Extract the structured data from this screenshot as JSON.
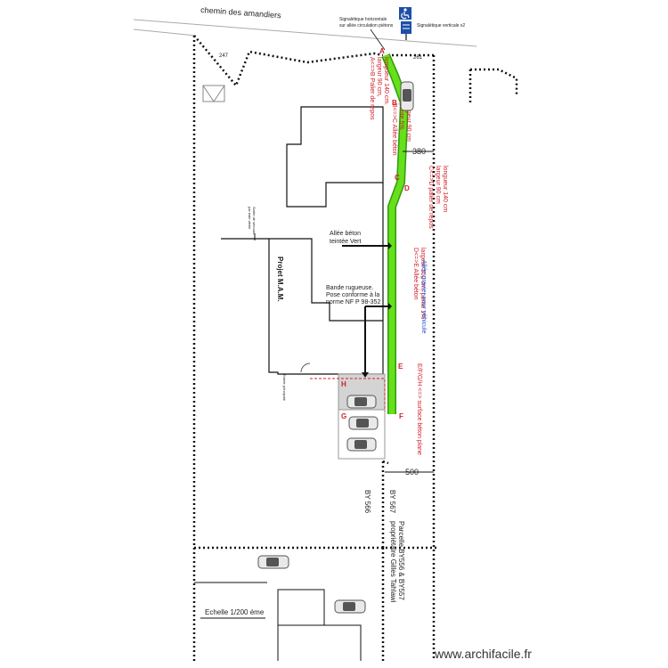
{
  "plan": {
    "street": "chemin des amandiers",
    "sign_horizontal_1": "Signalétique horizontale",
    "sign_horizontal_2": "sur allée circulation piétons",
    "sign_vertical": "Signalétique verticale x2",
    "num_247": "247",
    "num_261": "261",
    "dim_380": "380",
    "dim_500": "500",
    "label_ab_1": "A<=>B Palier de repos",
    "label_ab_2": "largeur 90 cm,",
    "label_ab_3": "longueur 140 cm.",
    "label_bc_1": "B<=>C Allée béton",
    "label_bc_2": "pente 5%",
    "label_bc_3": "largeur 90 cm",
    "label_cd_1": "C<=>D palier de repos",
    "label_cd_2": "largeur 90 cm",
    "label_cd_3": "longueur 140 cm",
    "label_de_1": "D<=>E Allée béton",
    "label_de_2": "largeur 100 cm, pente 1%",
    "label_gravier": "Allée gravier pour véhicule",
    "label_efgh": "E/F/G/H <=> surface béton plane",
    "allee_verte_1": "Allée béton",
    "allee_verte_2": "teintée Vert",
    "bande_1": "Bande rugueuse.",
    "bande_2": "Pose conforme à la",
    "bande_3": "norme NF P 98-352",
    "projet": "Projet M.A.M.",
    "sortie_1": "Sortie de secours",
    "sortie_2": "par baie vitrée",
    "entree": "Entrée principale",
    "by566": "BY 566",
    "by567": "BY 567",
    "parcelle_1": "Parcelle BY556 & BY557",
    "parcelle_2": "propriétaire Gilles Tahlawi",
    "echelle": "Echelle 1/200 éme",
    "letters": {
      "a": "A",
      "b": "B",
      "c": "C",
      "d": "D",
      "e": "E",
      "f": "F",
      "g": "G",
      "h": "H"
    },
    "watermark": "www.archifacile.fr"
  },
  "colors": {
    "path_green": "#66e01a",
    "path_green_dark": "#2f9a10",
    "letter_red": "#d0202a",
    "note_blue": "#2a55c8",
    "sign_blue": "#1d4fa8"
  },
  "icons": {
    "sign": "wheelchair-sign-icon",
    "car": "car-icon"
  }
}
